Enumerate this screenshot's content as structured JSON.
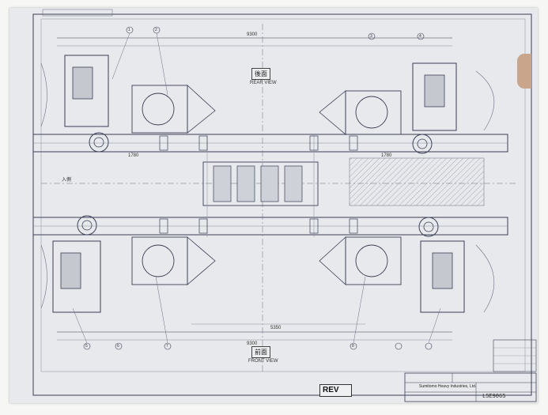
{
  "drawing": {
    "rear_view_label": "後面",
    "front_view_label": "前面",
    "rear_view_sub": "REAR VIEW",
    "front_view_sub": "FRONT VIEW",
    "inlet_label": "入側",
    "rev_label": "REV",
    "company_name": "Sumitomo Heavy Industries, Ltd.",
    "drawing_number": "L5E9065",
    "dims": {
      "top_overall": "9300",
      "bottom_overall": "9300",
      "bottom_span": "5350",
      "left_dim": "1780",
      "right_dim": "1780"
    },
    "balloons": [
      "1",
      "2",
      "3",
      "4",
      "5",
      "6",
      "7",
      "8"
    ]
  },
  "colors": {
    "paper": "#e8e9ec",
    "line": "#3a3f55",
    "light_line": "#8a8fa3"
  }
}
